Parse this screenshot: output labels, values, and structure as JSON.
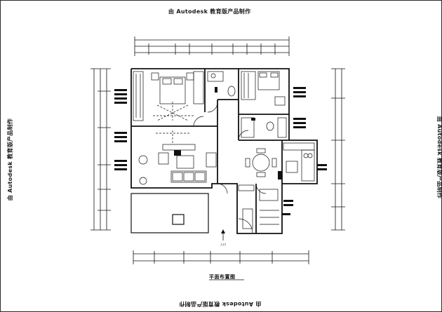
{
  "watermark": {
    "top": "由 Autodesk 教育版产品制作",
    "bottom": "由 Autodesk 教育版产品制作",
    "left": "由 Autodesk 教育版产品制作",
    "right": "由 Autodesk 教育版产品制作"
  },
  "plan": {
    "title": "平面布置图",
    "entry_label": "入口"
  }
}
